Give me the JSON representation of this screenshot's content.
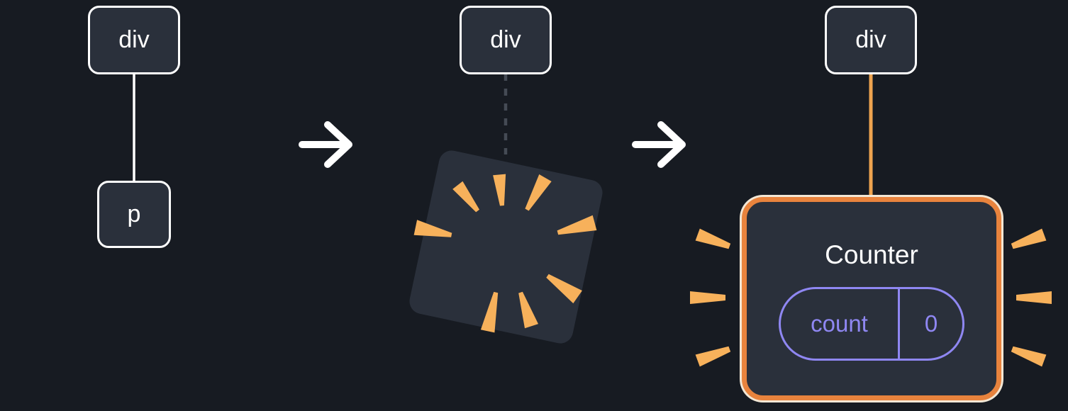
{
  "diagram": {
    "stage1": {
      "parent_label": "div",
      "child_label": "p"
    },
    "stage2": {
      "parent_label": "div"
    },
    "stage3": {
      "parent_label": "div",
      "counter": {
        "title": "Counter",
        "state_key": "count",
        "state_value": "0"
      }
    }
  },
  "colors": {
    "background": "#171B22",
    "node_fill": "#2A303B",
    "node_border": "#FFFFFF",
    "node_text": "#FFFFFF",
    "edge_solid": "#FFFFFF",
    "edge_dashed": "#454B55",
    "edge_orange": "#EFA44F",
    "arrow": "#FFFFFF",
    "spark": "#F7B15B",
    "card_border": "#E8833D",
    "card_outline": "#F2E7D5",
    "card_fill": "#2A303B",
    "state_accent": "#8F87F2",
    "title_text": "#FFFFFF"
  }
}
